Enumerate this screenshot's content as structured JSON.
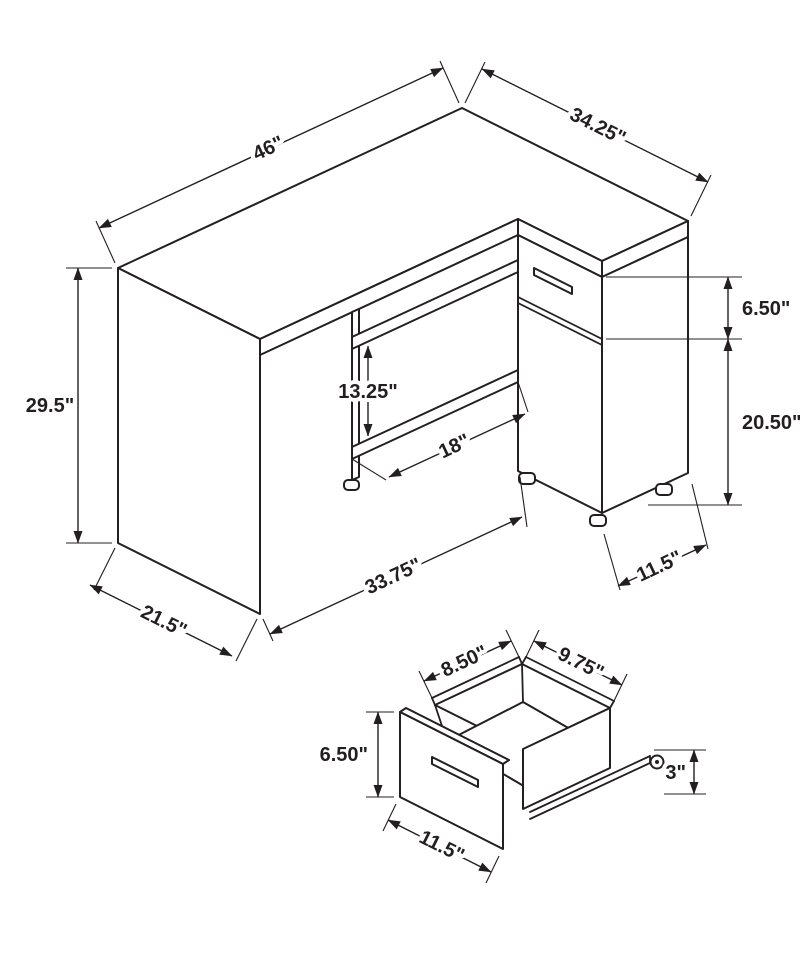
{
  "diagram": {
    "colors": {
      "line": "#231f20",
      "background": "#ffffff"
    },
    "main_view": {
      "dimensions": {
        "desktop_width": "46\"",
        "return_depth": "34.25\"",
        "desk_height": "29.5\"",
        "shelf_opening_height": "13.25\"",
        "shelf_opening_width": "18\"",
        "drawer_front_height": "6.50\"",
        "cabinet_door_height": "20.50\"",
        "front_span": "33.75\"",
        "side_depth": "21.5\"",
        "cabinet_width": "11.5\""
      }
    },
    "drawer_view": {
      "dimensions": {
        "box_side_depth": "8.50\"",
        "box_front_width": "9.75\"",
        "front_panel_height": "6.50\"",
        "glide_height": "3\"",
        "front_panel_width": "11.5\""
      }
    }
  }
}
